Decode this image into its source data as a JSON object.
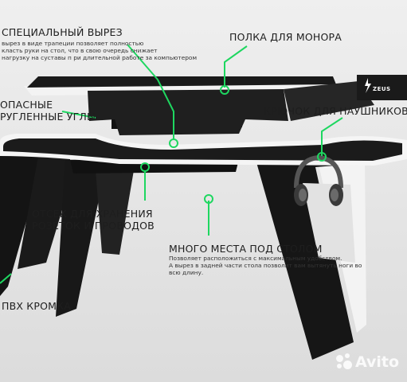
{
  "colors": {
    "accent": "#1ed760",
    "desk": "#1c1c1c",
    "edge": "#f4f4f4",
    "background": "#e9e9e9"
  },
  "callouts": {
    "cutout": {
      "title": "СПЕЦИАЛЬНЫЙ ВЫРЕЗ",
      "lines": [
        "вырез в виде трапеции позволяет полностью",
        "класть руки на стол, что в свою очередь снижает",
        "нагрузку на суставы п ри длительной работе за компьютером"
      ]
    },
    "shelf": {
      "title": "ПОЛКА ДЛЯ МОНОРА"
    },
    "corners": {
      "line1": "ОПАСНЫЕ",
      "line2": "РУГЛЕННЫЕ УГЛЫ"
    },
    "hook": {
      "title": "КРЮЧОК ДЛЯ НАУШНИКОВ"
    },
    "sockets": {
      "line1": "ОТСЕК ДЛЯ ХРАНЕНИЯ",
      "line2": "РОЗЕТОК И ПРОВОДОВ"
    },
    "legroom": {
      "title": "МНОГО МЕСТА ПОД СТОЛОМ",
      "lines": [
        "Позволяет расположиться с максимальным удобством.",
        "А вырез в задней части стола позволит вам вытянуть ноги во",
        "всю длину."
      ]
    },
    "edge": {
      "title": "ПВХ КРОМКА"
    }
  },
  "brand": {
    "logo_text": "ZEUS"
  },
  "watermark": {
    "text": "Avito",
    "icon": "avito-dots-icon"
  }
}
